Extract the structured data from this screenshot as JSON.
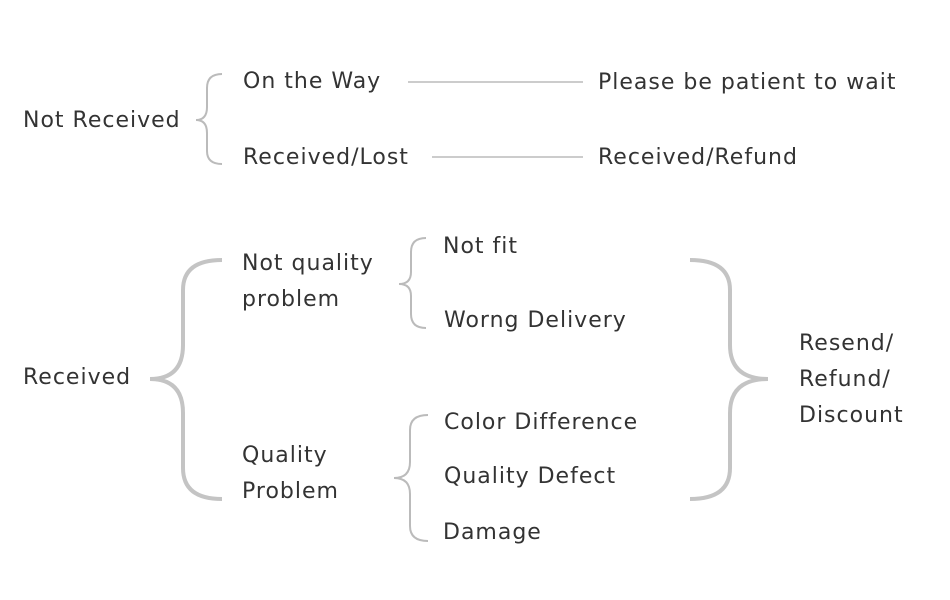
{
  "colors": {
    "text": "#333333",
    "lines": "#bbbbbb",
    "large_brace": "#c4c4c4"
  },
  "not_received": {
    "label": "Not Received",
    "branches": [
      {
        "label": "On the Way",
        "result": "Please be patient to wait"
      },
      {
        "label": "Received/Lost",
        "result": "Received/Refund"
      }
    ]
  },
  "received": {
    "label": "Received",
    "not_quality": {
      "label_line1": "Not quality",
      "label_line2": "problem",
      "items": [
        "Not fit",
        "Worng Delivery"
      ]
    },
    "quality": {
      "label_line1": "Quality",
      "label_line2": "Problem",
      "items": [
        "Color Difference",
        "Quality Defect",
        "Damage"
      ]
    },
    "outcome": {
      "line1": "Resend/",
      "line2": "Refund/",
      "line3": "Discount"
    }
  }
}
